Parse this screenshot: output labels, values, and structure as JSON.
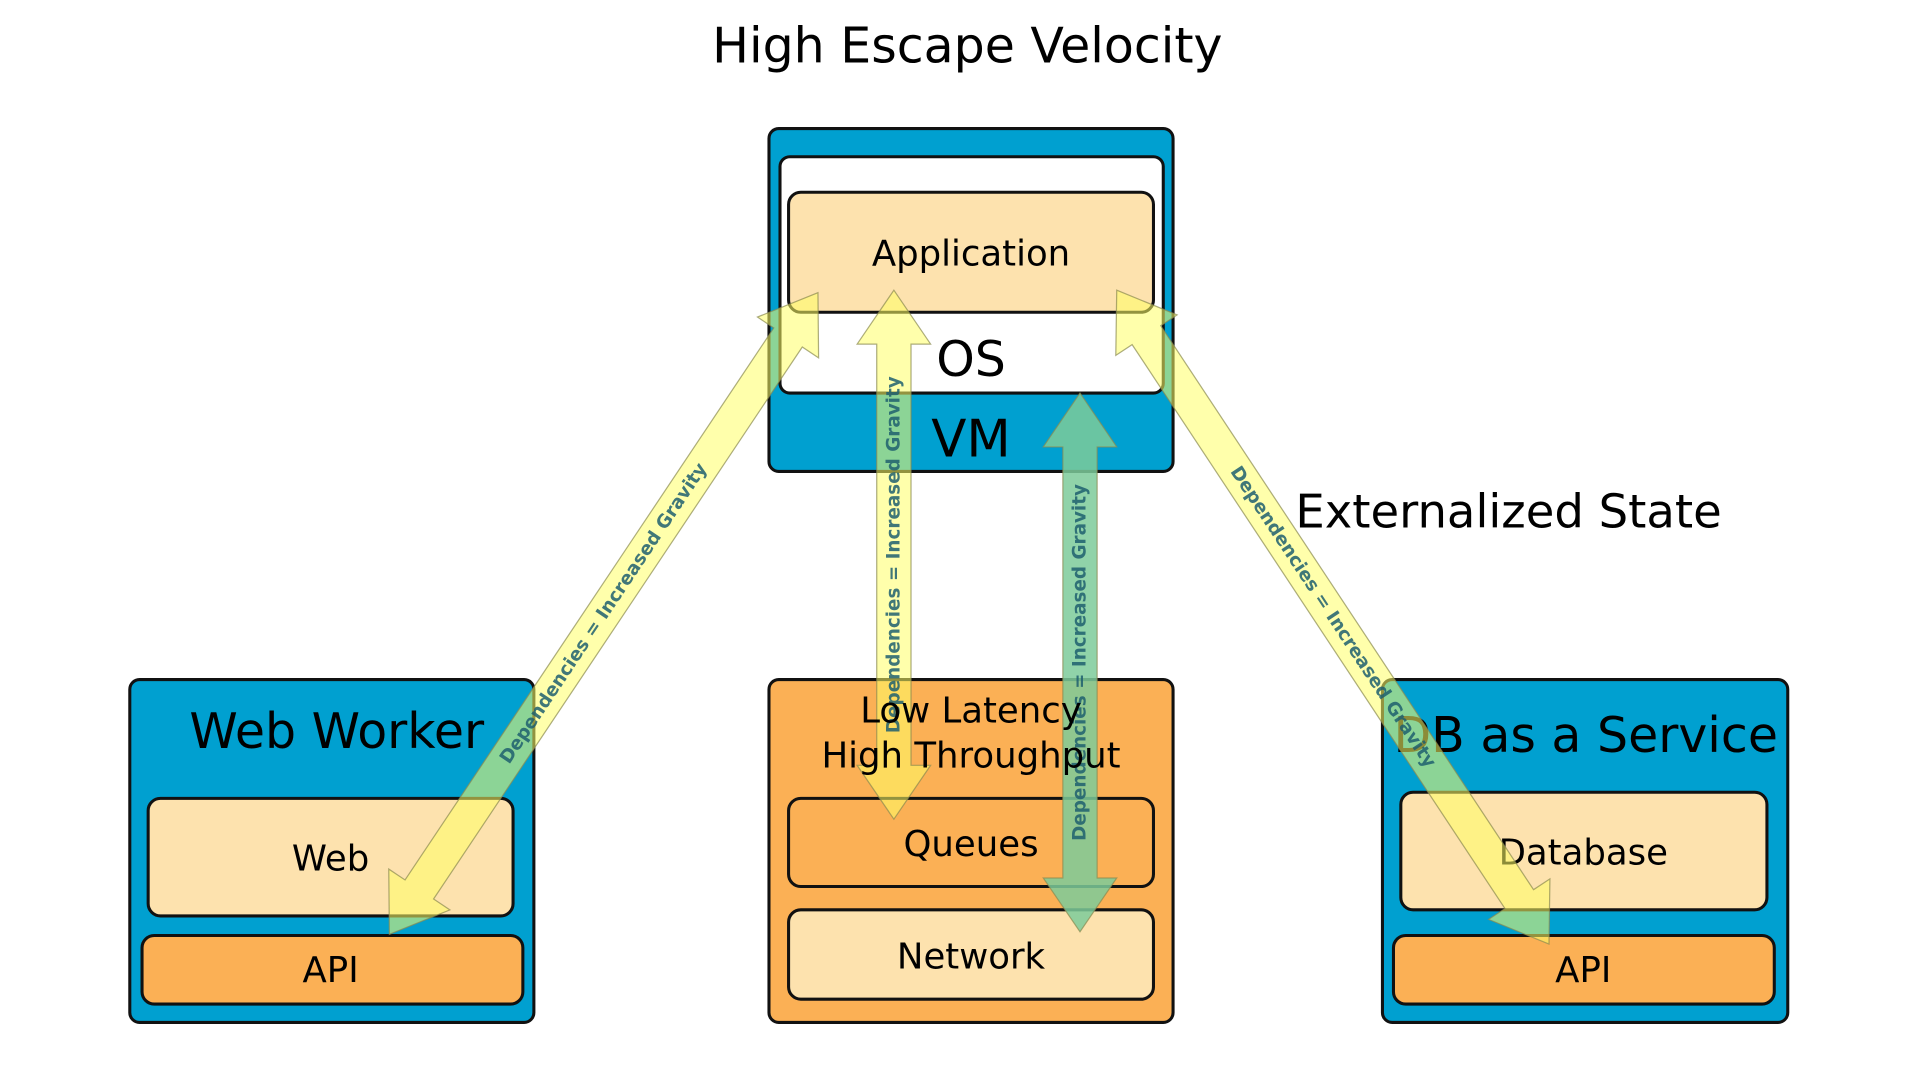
{
  "title": "High Escape Velocity",
  "side_label": "Externalized State",
  "colors": {
    "blue": "#00A0D0",
    "orange": "#FBB055",
    "cream": "#FDE2AE",
    "arrow_yellow": "#FFFF66",
    "arrow_green": "#7CCB9A"
  },
  "vm_stack": {
    "application": "Application",
    "os": "OS",
    "vm": "VM"
  },
  "web_worker": {
    "title": "Web Worker",
    "web": "Web",
    "api": "API"
  },
  "middle": {
    "line1": "Low Latency",
    "line2": "High Throughput",
    "queues": "Queues",
    "network": "Network"
  },
  "db_service": {
    "title": "DB as a Service",
    "database": "Database",
    "api": "API"
  },
  "arrows": [
    {
      "label": "Dependencies = Increased Gravity",
      "color": "yellow"
    },
    {
      "label": "Dependencies = Increased Gravity",
      "color": "yellow"
    },
    {
      "label": "Dependencies = Increased Gravity",
      "color": "green"
    },
    {
      "label": "Dependencies = Increased Gravity",
      "color": "yellow"
    }
  ]
}
